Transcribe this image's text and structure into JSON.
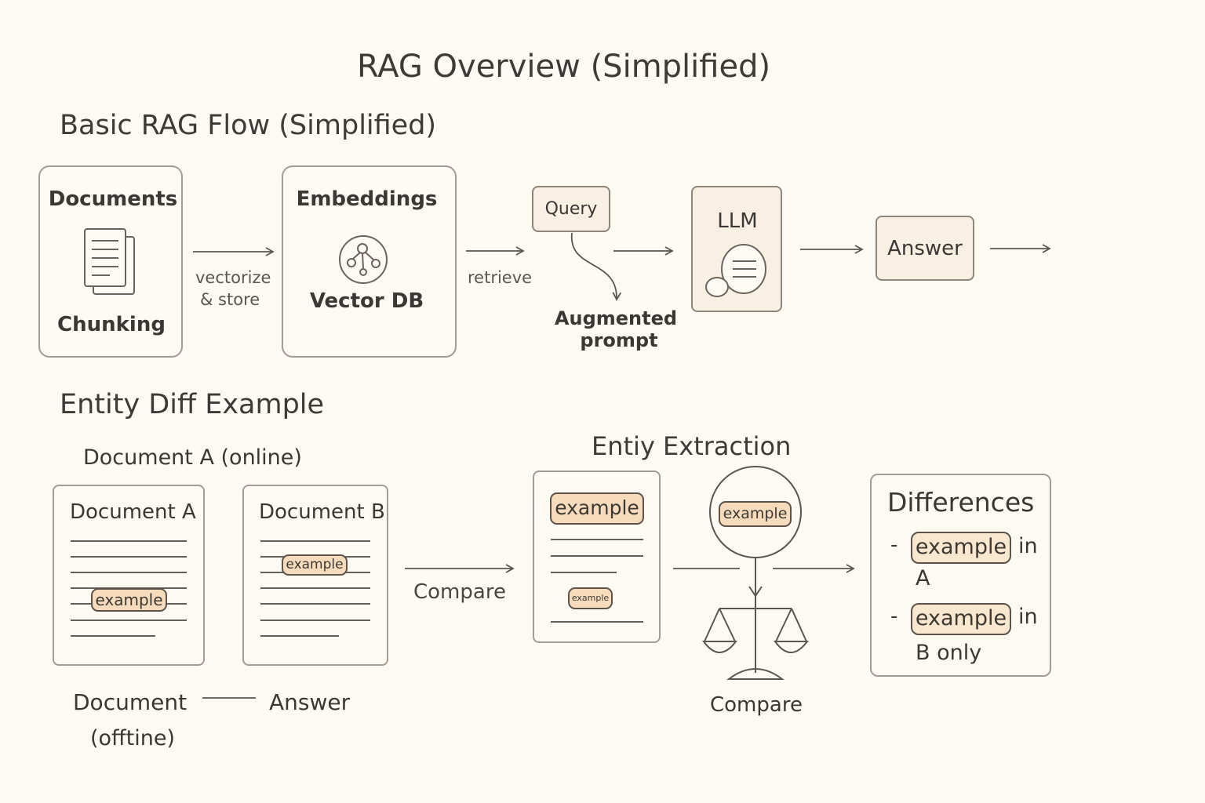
{
  "title": "RAG Overview (Simplified)",
  "basic": {
    "heading": "Basic RAG Flow (Simplified)",
    "documents_label": "Documents",
    "chunking_label": "Chunking",
    "vectorize_line1": "vectorize",
    "vectorize_line2": "& store",
    "embeddings_label": "Embeddings",
    "vectordb_label": "Vector DB",
    "retrieve_label": "retrieve",
    "query_label": "Query",
    "augmented_line1": "Augmented",
    "augmented_line2": "prompt",
    "llm_label": "LLM",
    "answer_label": "Answer"
  },
  "entity": {
    "heading": "Entity Diff Example",
    "docA_online": "Document A (online)",
    "docA_title": "Document A",
    "docB_title": "Document B",
    "example": "example",
    "compare_mid": "Compare",
    "doc_offline_line1": "Document",
    "doc_offline_line2": "(offtine)",
    "answer_bottom": "Answer",
    "extraction_heading": "Entiy Extraction",
    "compare_bottom": "Compare",
    "differences_title": "Differences",
    "diff_dash": "-",
    "diff1_in": "in",
    "diff1_rest": "A",
    "diff2_in": "in",
    "diff2_rest": "B only"
  },
  "colors": {
    "background": "#fdfaf3",
    "highlight": "#f6dcbc",
    "stroke": "#5e5249"
  }
}
